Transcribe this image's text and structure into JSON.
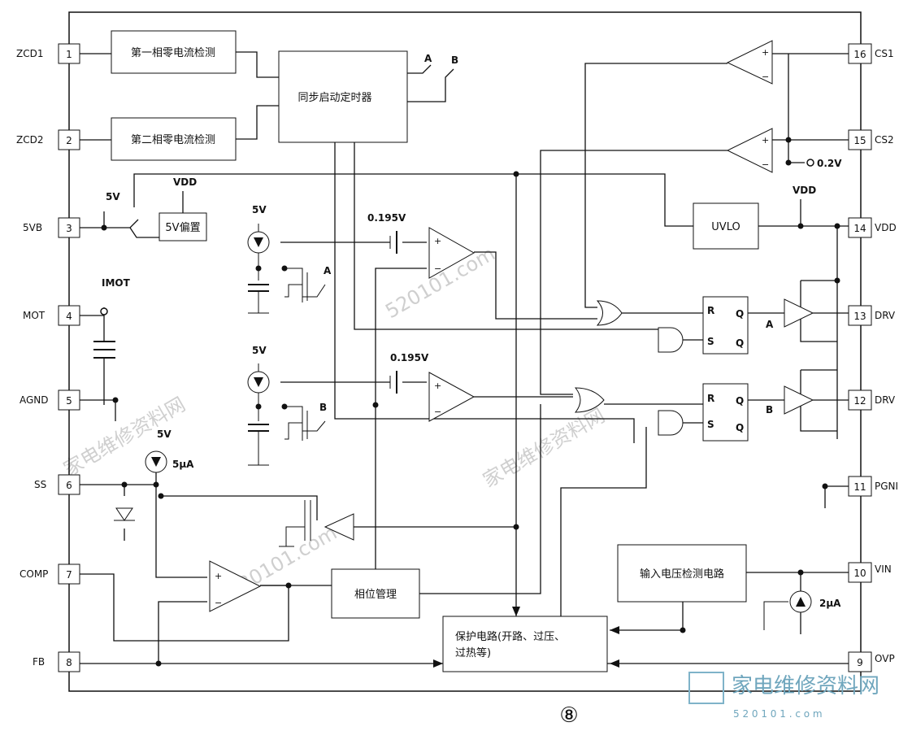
{
  "pins": {
    "left": [
      {
        "num": "1",
        "name": "ZCD1"
      },
      {
        "num": "2",
        "name": "ZCD2"
      },
      {
        "num": "3",
        "name": "5VB"
      },
      {
        "num": "4",
        "name": "MOT"
      },
      {
        "num": "5",
        "name": "AGND"
      },
      {
        "num": "6",
        "name": "SS"
      },
      {
        "num": "7",
        "name": "COMP"
      },
      {
        "num": "8",
        "name": "FB"
      }
    ],
    "right": [
      {
        "num": "16",
        "name": "CS1"
      },
      {
        "num": "15",
        "name": "CS2"
      },
      {
        "num": "14",
        "name": "VDD"
      },
      {
        "num": "13",
        "name": "DRV"
      },
      {
        "num": "12",
        "name": "DRV"
      },
      {
        "num": "11",
        "name": "PGNI"
      },
      {
        "num": "10",
        "name": "VIN"
      },
      {
        "num": "9",
        "name": "OVP"
      }
    ]
  },
  "blocks": {
    "zcd1": "第一相零电流检测",
    "zcd2": "第二相零电流检测",
    "timer": "同步启动定时器",
    "bias": "5V偏置",
    "uvlo": "UVLO",
    "phase": "相位管理",
    "vin_detect": "输入电压检测电路",
    "protect_line1": "保护电路(开路、过压、",
    "protect_line2": "过热等)"
  },
  "labels": {
    "5v": "5V",
    "vdd": "VDD",
    "imot": "IMOT",
    "v0195": "0.195V",
    "v02": "0.2V",
    "i5": "5μA",
    "i2": "2μA",
    "a": "A",
    "b": "B",
    "r": "R",
    "s": "S",
    "q": "Q",
    "plus": "+",
    "minus": "−"
  },
  "figure_number": "⑧",
  "watermark": {
    "brand": "家电维修资料网",
    "url": "520101.com",
    "brand_footer": "家电维修资料网",
    "url_footer": "5 2 0 1 0 1 . c o m"
  }
}
